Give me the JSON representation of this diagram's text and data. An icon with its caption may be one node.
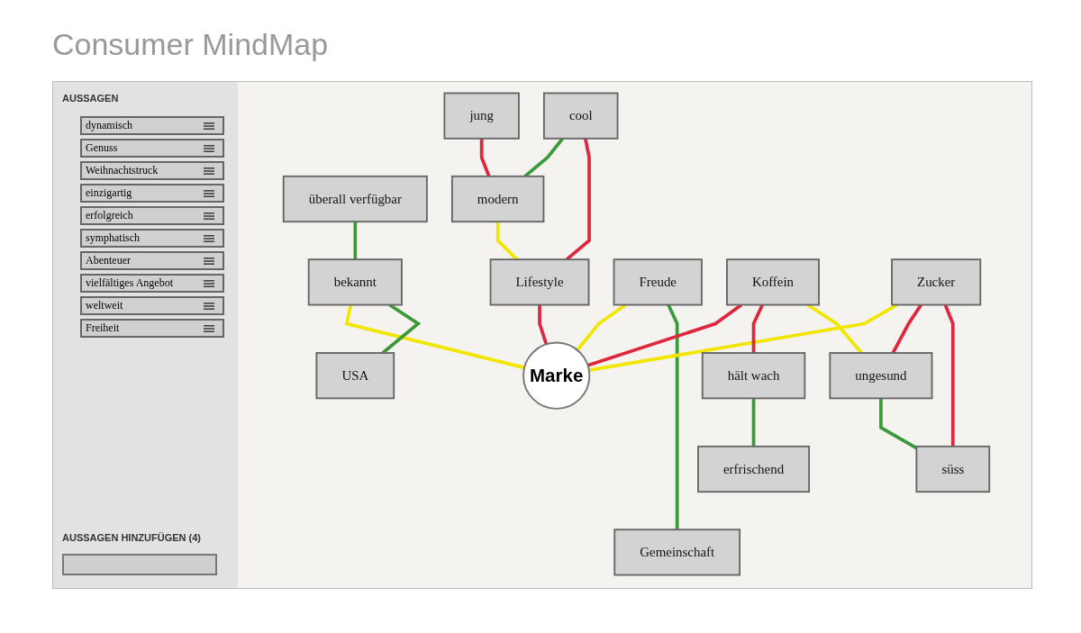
{
  "diagram": {
    "title": "Consumer MindMap",
    "nodes": [
      {
        "text": [
          "jung"
        ]
      },
      {
        "text": [
          "überall verfügbar"
        ]
      },
      {
        "text": [
          "modern"
        ]
      },
      {
        "text": [
          "cool"
        ]
      },
      {
        "text": [
          "bekannt"
        ]
      },
      {
        "text": [
          "Lifestyle"
        ]
      },
      {
        "text": [
          "USA"
        ]
      },
      {
        "text": [
          "Freude"
        ]
      },
      {
        "text": [
          "Marke"
        ]
      },
      {
        "text": [
          "Gemeinschaft"
        ]
      },
      {
        "text": [
          "Koffein"
        ]
      },
      {
        "text": [
          "Zucker"
        ]
      },
      {
        "text": [
          "hält wach"
        ]
      },
      {
        "text": [
          "süss"
        ]
      },
      {
        "text": [
          "ungesund"
        ]
      },
      {
        "text": [
          "erfrischend"
        ]
      }
    ],
    "edges": [
      {
        "from": 0,
        "to": 2,
        "arrow": "none",
        "color": "#e0263c"
      },
      {
        "from": 3,
        "to": 2,
        "arrow": "none",
        "color": "#3a9a3a"
      },
      {
        "from": 3,
        "to": 5,
        "arrow": "none",
        "color": "#e0263c"
      },
      {
        "from": 2,
        "to": 5,
        "arrow": "none",
        "color": "#f2e600"
      },
      {
        "from": 5,
        "to": 8,
        "arrow": "none",
        "color": "#e0263c"
      },
      {
        "from": 1,
        "to": 4,
        "arrow": "none",
        "color": "#3a9a3a"
      },
      {
        "from": 4,
        "to": 8,
        "arrow": "none",
        "color": "#f2e600"
      },
      {
        "from": 4,
        "to": 6,
        "arrow": "none",
        "color": "#3a9a3a"
      },
      {
        "from": 7,
        "to": 8,
        "arrow": "none",
        "color": "#f2e600"
      },
      {
        "from": 7,
        "to": 9,
        "arrow": "none",
        "color": "#3a9a3a"
      },
      {
        "from": 10,
        "to": 8,
        "arrow": "none",
        "color": "#e0263c"
      },
      {
        "from": 11,
        "to": 8,
        "arrow": "none",
        "color": "#f2e600"
      },
      {
        "from": 10,
        "to": 12,
        "arrow": "none",
        "color": "#e0263c"
      },
      {
        "from": 10,
        "to": 14,
        "arrow": "none",
        "color": "#f2e600"
      },
      {
        "from": 11,
        "to": 14,
        "arrow": "none",
        "color": "#e0263c"
      },
      {
        "from": 11,
        "to": 13,
        "arrow": "none",
        "color": "#e0263c"
      },
      {
        "from": 14,
        "to": 13,
        "arrow": "none",
        "color": "#3a9a3a"
      },
      {
        "from": 12,
        "to": 15,
        "arrow": "none",
        "color": "#3a9a3a"
      }
    ],
    "labels": [
      "AUSSAGEN",
      "dynamisch",
      "Genuss",
      "Weihnachtstruck",
      "einzigartig",
      "erfolgreich",
      "symphatisch",
      "Abenteuer",
      "vielfältiges Angebot",
      "weltweit",
      "Freiheit",
      "AUSSAGEN HINZUFÜGEN (4)"
    ]
  }
}
